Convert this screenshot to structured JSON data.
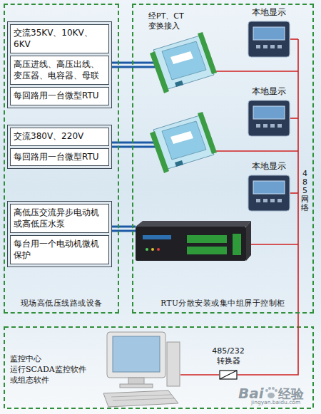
{
  "diagram": {
    "nodes": [
      {
        "text": [
          "现场高低压线路或设备"
        ]
      },
      {
        "text": [
          "交流35KV、10KV、6KV",
          "高压进线、高压出线、变压器、电容器、母联",
          "每回路用一台微型RTU"
        ],
        "in": 0
      },
      {
        "text": [
          "交流380V、220V",
          "每回路用一台微型RTU"
        ],
        "in": 0
      },
      {
        "text": [
          "高低压交流异步电动机或高低压水泵",
          "每台用一个电动机微机保护"
        ],
        "in": 0
      },
      {
        "text": [
          "RTU分散安装或集中组屏于控制柜"
        ]
      },
      {
        "text": [
          "本地显示"
        ],
        "in": 4
      },
      {
        "text": [
          "本地显示"
        ],
        "in": 4
      },
      {
        "text": [
          "本地显示"
        ],
        "in": 4
      },
      {
        "text": [
          "485/232 转换器"
        ]
      }
    ],
    "labels": [
      "经PT、CT变换接入",
      "485网络",
      "监控中心 运行SCADA监控软件 或组态软件",
      "Bai",
      "经验",
      "jingyan.baidu.com"
    ]
  }
}
